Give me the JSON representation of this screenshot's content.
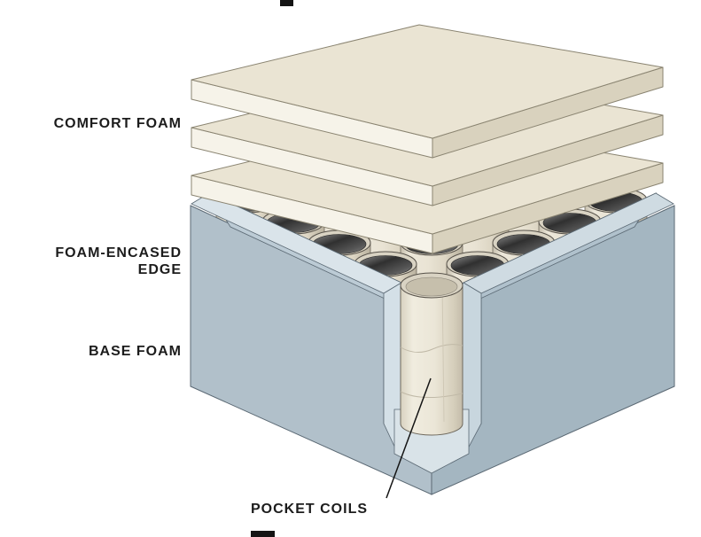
{
  "diagram": {
    "labels": {
      "comfort_foam": "COMFORT FOAM",
      "foam_encased_edge": "FOAM-ENCASED\nEDGE",
      "base_foam": "BASE FOAM",
      "pocket_coils": "POCKET COILS"
    },
    "colors": {
      "foam_top": "#eae4d3",
      "foam_left": "#f6f3e9",
      "foam_right": "#d9d2be",
      "base_left": "#b1c0ca",
      "base_right": "#a4b6c1",
      "band_left": "#dae4ea",
      "band_right": "#cfdbe2",
      "slope_left": "#bccbd5",
      "slope_right": "#b0c1cc",
      "cut_left": "#d4e0e7",
      "cut_right": "#c8d6de",
      "floor": "#d9e3e8",
      "coil_rim": "#d9d3c3",
      "label_text": "#1c1c1c",
      "leader_line": "#141414"
    }
  }
}
